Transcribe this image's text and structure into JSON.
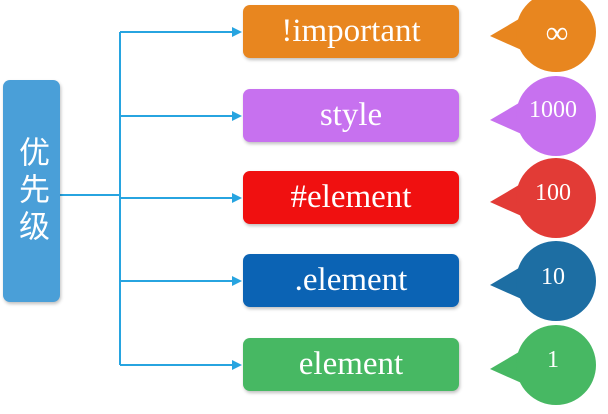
{
  "root": {
    "label": "优先级",
    "color": "#4a9fd8"
  },
  "connector_color": "#27a4e0",
  "levels": [
    {
      "label": "!important",
      "weight": "∞",
      "color": "#e8861f"
    },
    {
      "label": "style",
      "weight": "1000",
      "color": "#c771ef"
    },
    {
      "label": "#element",
      "weight": "100",
      "color": "#f01010"
    },
    {
      "label": ".element",
      "weight": "10",
      "color": "#0b63b4"
    },
    {
      "label": "element",
      "weight": "1",
      "color": "#47b863"
    }
  ],
  "bubble_colors": [
    "#e8861f",
    "#c771ef",
    "#e23b36",
    "#1d6ea3",
    "#47b863"
  ]
}
